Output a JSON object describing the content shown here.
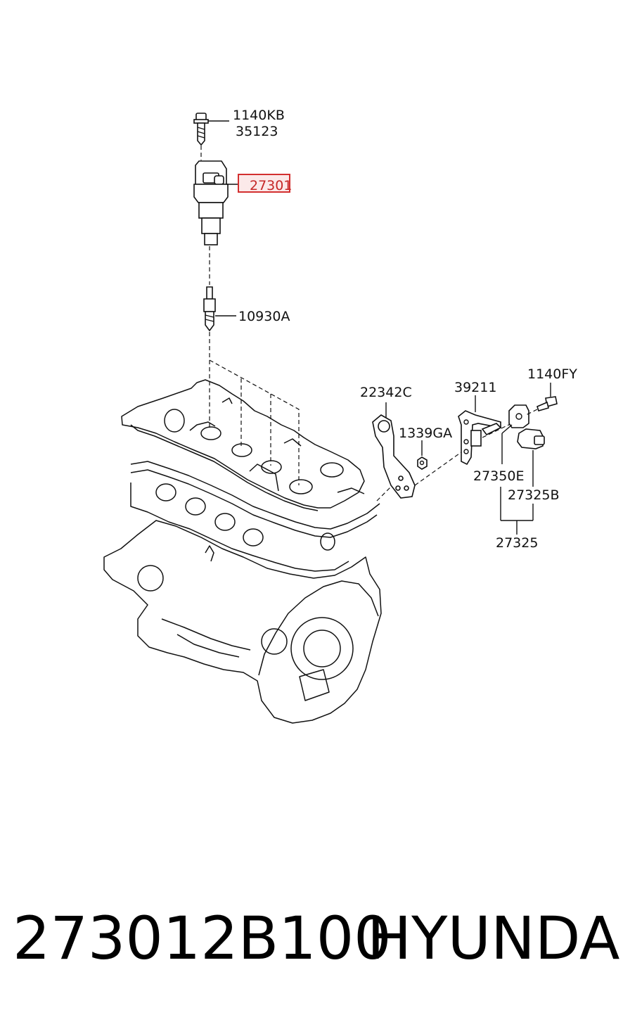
{
  "parts": {
    "bolt_top": "1140KB",
    "bolt_top_2": "35123",
    "ignition_coil": "27301",
    "spark_plug": "10930A",
    "bracket": "22342C",
    "nut": "1339GA",
    "sensor_bracket": "39211",
    "bolt_right": "1140FY",
    "sensor_a": "27350E",
    "sensor_b": "27325B",
    "sensor_assembly": "27325"
  },
  "highlight": {
    "part": "27301",
    "color": "#d32f2f"
  },
  "footer": {
    "part_number": "273012B100",
    "brand": "HYUNDAI"
  }
}
